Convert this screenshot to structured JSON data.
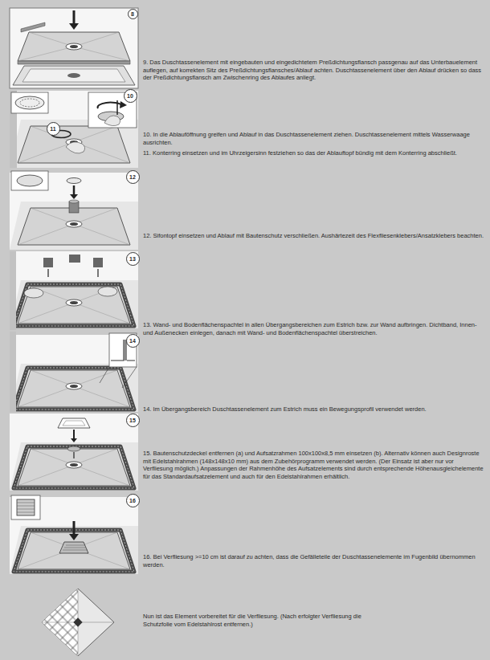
{
  "diagram": {
    "labels": [
      "8",
      "9. Das Duschtassenelement mit eingebauten und eingedichtetem Preßdichtungsflansch passgenau auf das Unterbauelement auflegen, auf korrekten Sitz des Preßdichtungsflansches/Ablauf achten. Duschtassenelement über den Ablauf drücken so dass der Preßdichtungsflansch am Zwischenring des Ablaufes anliegt.",
      "10",
      "11",
      "10. In die Ablauföffnung greifen und Ablauf in das Duschtassenelement ziehen. Duschtassenelement mittels Wasserwaage ausrichten.",
      "11. Konterring einsetzen und im Uhrzeigersinn festziehen so das der Ablauftopf bündig mit dem Konterring abschließt.",
      "12",
      "12. Sifontopf einsetzen und Ablauf mit Bautenschutz verschließen. Aushärtezeit des Flexfliesenklebers/Ansatzklebers beachten.",
      "13",
      "13. Wand- und Bodenflächenspachtel in allen Übergangsbereichen zum Estrich bzw. zur Wand aufbringen. Dichtband, Innen- und Außenecken einlegen, danach mit Wand- und Bodenflächenspachtel überstreichen.",
      "14",
      "14. Im Übergangsbereich Duschtassenelement zum Estrich muss ein Bewegungsprofil verwendet werden.",
      "15",
      "15. Bautenschutzdeckel entfernen (a) und Aufsatzrahmen 100x100x8,5 mm einsetzen (b). Alternativ können auch Designroste mit Edelstahlrahmen (148x148x10 mm) aus dem Zubehörprogramm verwendet werden. (Der Einsatz ist aber nur vor Verfliesung möglich.) Anpassungen der Rahmenhöhe des Aufsatzelements sind durch entsprechende Höhenausgleichelemente für das Standardaufsatzelement und auch für den Edelstahlrahmen erhältlich.",
      "16",
      "16. Bei Verfliesung >=10 cm ist darauf zu achten, dass die Gefälleteile der Duschtassenelemente im Fugenbild übernommen werden.",
      "Nun ist das Element vorbereitet für die Verfliesung. (Nach erfolgter Verfliesung die Schutzfolie vom Edelstahlrost entfernen.)"
    ]
  }
}
